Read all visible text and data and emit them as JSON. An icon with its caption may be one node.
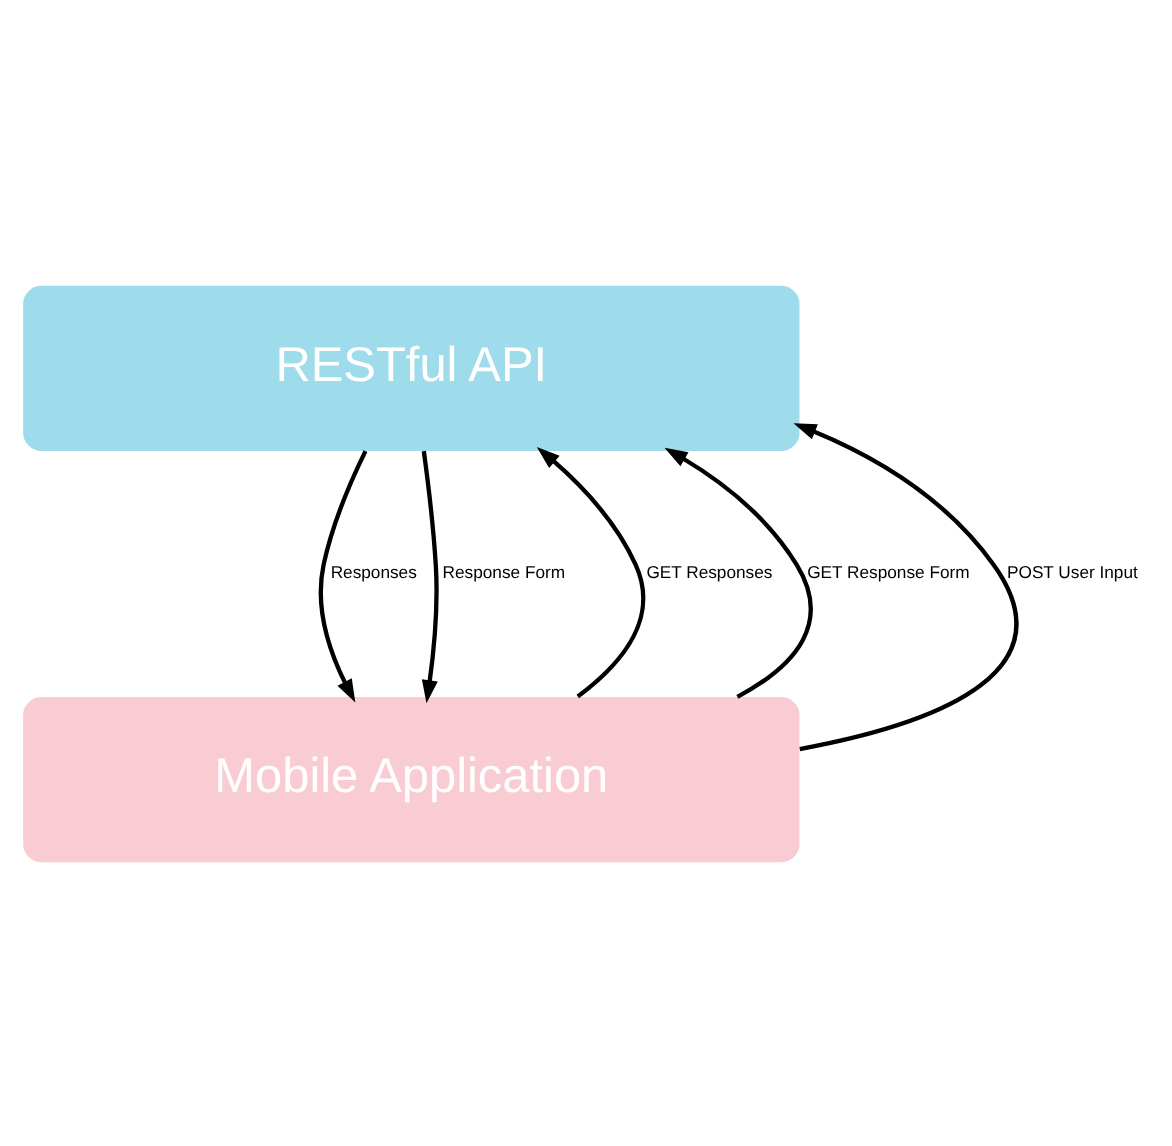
{
  "diagram": {
    "nodes": [
      {
        "text": [
          "RESTful API"
        ]
      },
      {
        "text": [
          "Mobile Application"
        ]
      }
    ],
    "edges": [
      {
        "from": 1,
        "to": 0,
        "arrow": "to",
        "label": "GET Responses"
      },
      {
        "from": 0,
        "to": 1,
        "arrow": "to",
        "label": "Responses"
      },
      {
        "from": 1,
        "to": 0,
        "arrow": "to",
        "label": "GET Response Form"
      },
      {
        "from": 0,
        "to": 1,
        "arrow": "to",
        "label": "Response Form"
      },
      {
        "from": 1,
        "to": 0,
        "arrow": "to",
        "label": "POST User Input"
      }
    ]
  }
}
